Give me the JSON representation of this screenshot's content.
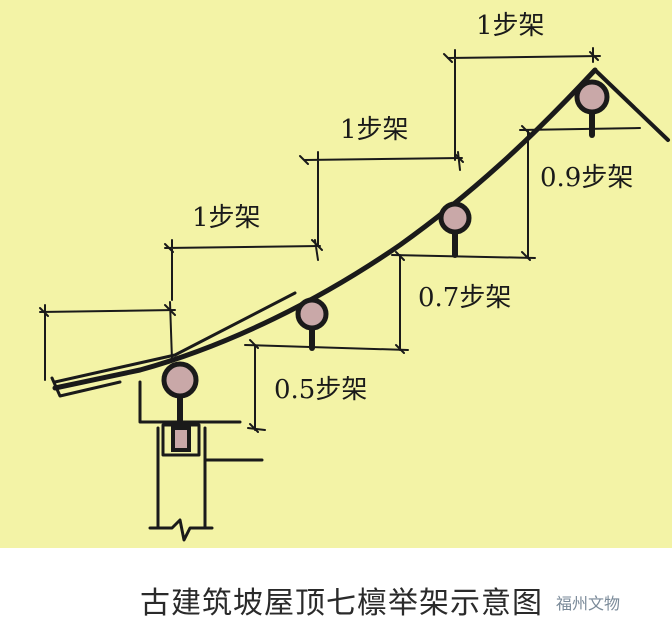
{
  "labels": {
    "top_span": "1步架",
    "upper_span": "1步架",
    "middle_span": "1步架",
    "rise_top": "0.9步架",
    "rise_mid": "0.7步架",
    "rise_low": "0.5步架"
  },
  "caption": "古建筑坡屋顶七檩举架示意图",
  "watermark": "福州文物",
  "colors": {
    "paper": "#f3f3a6",
    "ink": "#1a1a1a",
    "purlin_fill": "#c9a8a8"
  }
}
